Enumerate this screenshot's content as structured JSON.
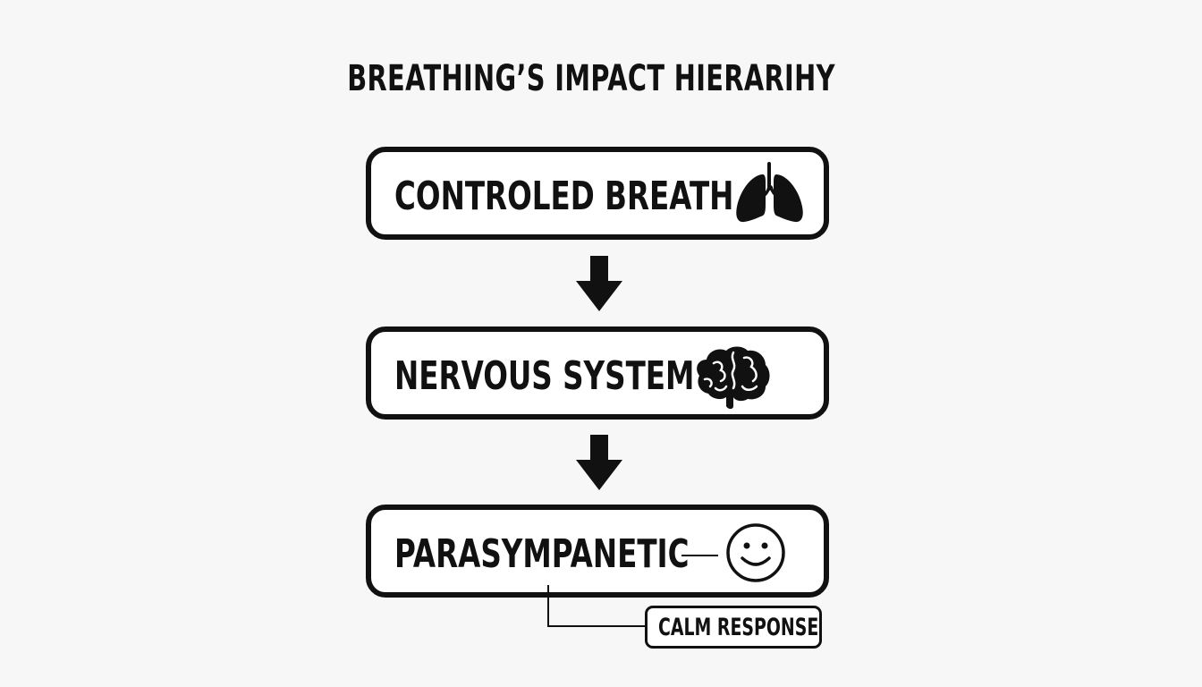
{
  "diagram": {
    "title": "BREATHING’S IMPACT HIERARIHY",
    "steps": [
      {
        "label": "CONTROLED BREATH",
        "icon": "lungs-icon"
      },
      {
        "label": "NERVOUS SYSTEM",
        "icon": "brain-icon"
      },
      {
        "label": "PARASYMPANETIC",
        "icon": "smiley-face-icon"
      }
    ],
    "connectors": [
      "down-arrow-icon",
      "down-arrow-icon"
    ],
    "callout": {
      "label": "CALM RESPONSE"
    },
    "colors": {
      "background": "#f7f7f7",
      "stroke": "#111111",
      "box_fill": "#ffffff"
    }
  }
}
